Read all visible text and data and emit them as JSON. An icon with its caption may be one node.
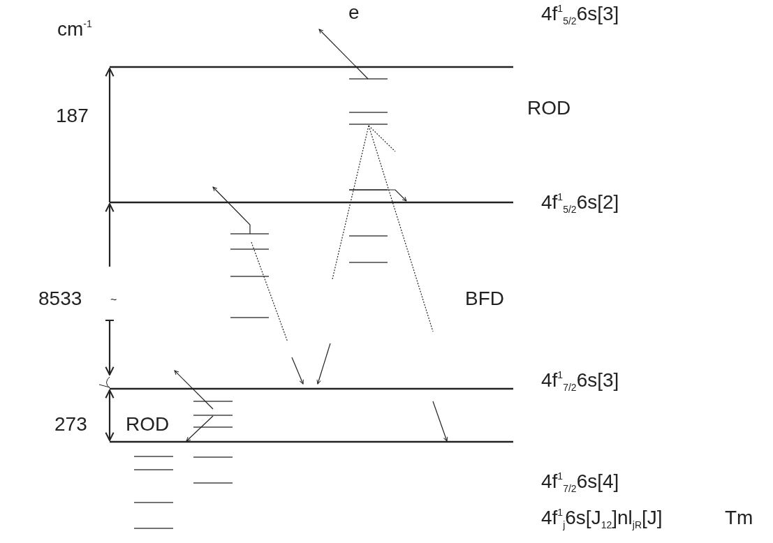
{
  "diagram": {
    "labels": [
      "e",
      "cm$^{-1}$",
      "4f$^{1}$$_{5/2}$6s[3]",
      "187",
      "ROD",
      "4f$^{1}$$_{5/2}$6s[2]",
      "8533",
      "~",
      "BFD",
      "4f$^{1}$$_{7/2}$6s[3]",
      "273",
      "ROD",
      "4f$^{1}$$_{7/2}$6s[4]",
      "4f$^{1}$$_{j}$6s[J$_{12}$]nl$_{jR}$[J]",
      "Tm"
    ]
  }
}
